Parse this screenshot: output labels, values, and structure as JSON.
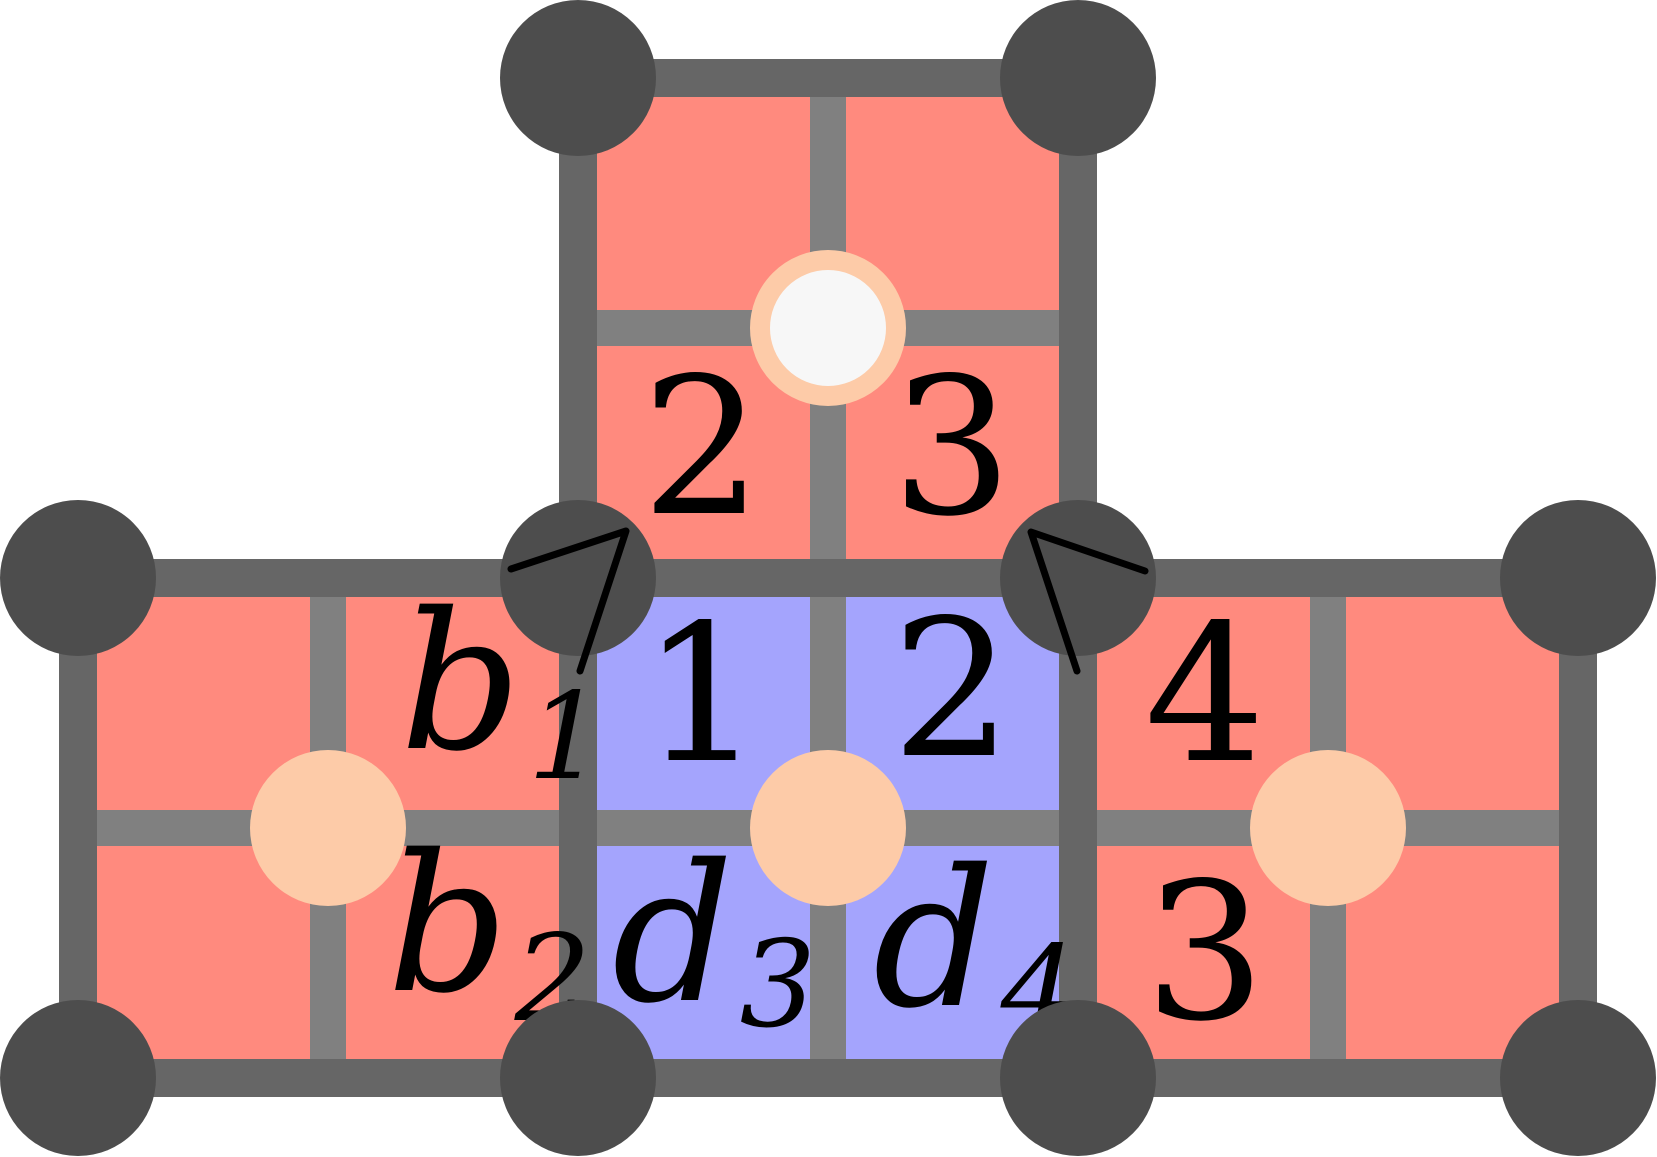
{
  "colors": {
    "outer_edge": "#666666",
    "inner_line": "#808080",
    "red_fill": "#ff8a7e",
    "blue_fill": "#a4a4fd",
    "peach": "#fdcba8",
    "vertex": "#4d4d4d",
    "hollow_center": "#f7f7f7",
    "arrow": "#000000"
  },
  "labels": {
    "top_left": "2",
    "top_right": "3",
    "b1": "b",
    "b1_sub": "1",
    "b2": "b",
    "b2_sub": "2",
    "center_tl": "1",
    "center_tr": "2",
    "d3": "d",
    "d3_sub": "3",
    "d4": "d",
    "d4_sub": "4",
    "right_top": "4",
    "right_bottom": "3"
  }
}
